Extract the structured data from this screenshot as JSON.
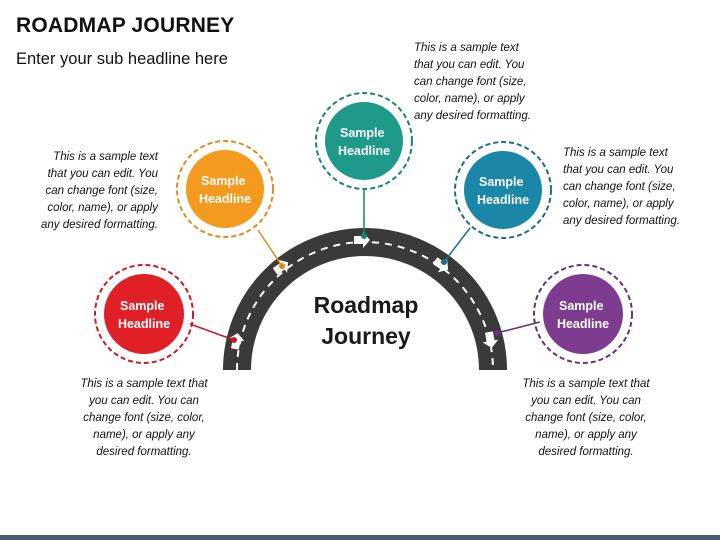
{
  "header": {
    "title": "ROADMAP JOURNEY",
    "subtitle": "Enter your sub headline here"
  },
  "center": {
    "label": "Roadmap\nJourney"
  },
  "milestones": [
    {
      "headline": "Sample\nHeadline",
      "color": "#e01f26",
      "ring": "#c81a20"
    },
    {
      "headline": "Sample\nHeadline",
      "color": "#f39a1f",
      "ring": "#e8861a"
    },
    {
      "headline": "Sample\nHeadline",
      "color": "#1e9a8a",
      "ring": "#178476"
    },
    {
      "headline": "Sample\nHeadline",
      "color": "#1a87a8",
      "ring": "#166f8d"
    },
    {
      "headline": "Sample\nHeadline",
      "color": "#7d3c8f",
      "ring": "#6a2f7b"
    }
  ],
  "texts": [
    "This is a sample text that\nyou can edit. You can\nchange font (size, color,\nname), or apply any\ndesired formatting.",
    "This is a sample text\nthat you can edit. You\ncan change font (size,\ncolor, name), or apply\nany desired formatting.",
    "This is a sample text\nthat you can edit. You\ncan change font (size,\ncolor, name), or apply\nany desired formatting.",
    "This is a sample text\nthat you can edit. You\ncan change font (size,\ncolor, name), or apply\nany desired formatting.",
    "This is a sample text that\nyou can edit. You can\nchange font (size, color,\nname), or apply any\ndesired formatting."
  ],
  "road": {
    "color": "#3a3a3a",
    "dash_color": "#ffffff"
  }
}
